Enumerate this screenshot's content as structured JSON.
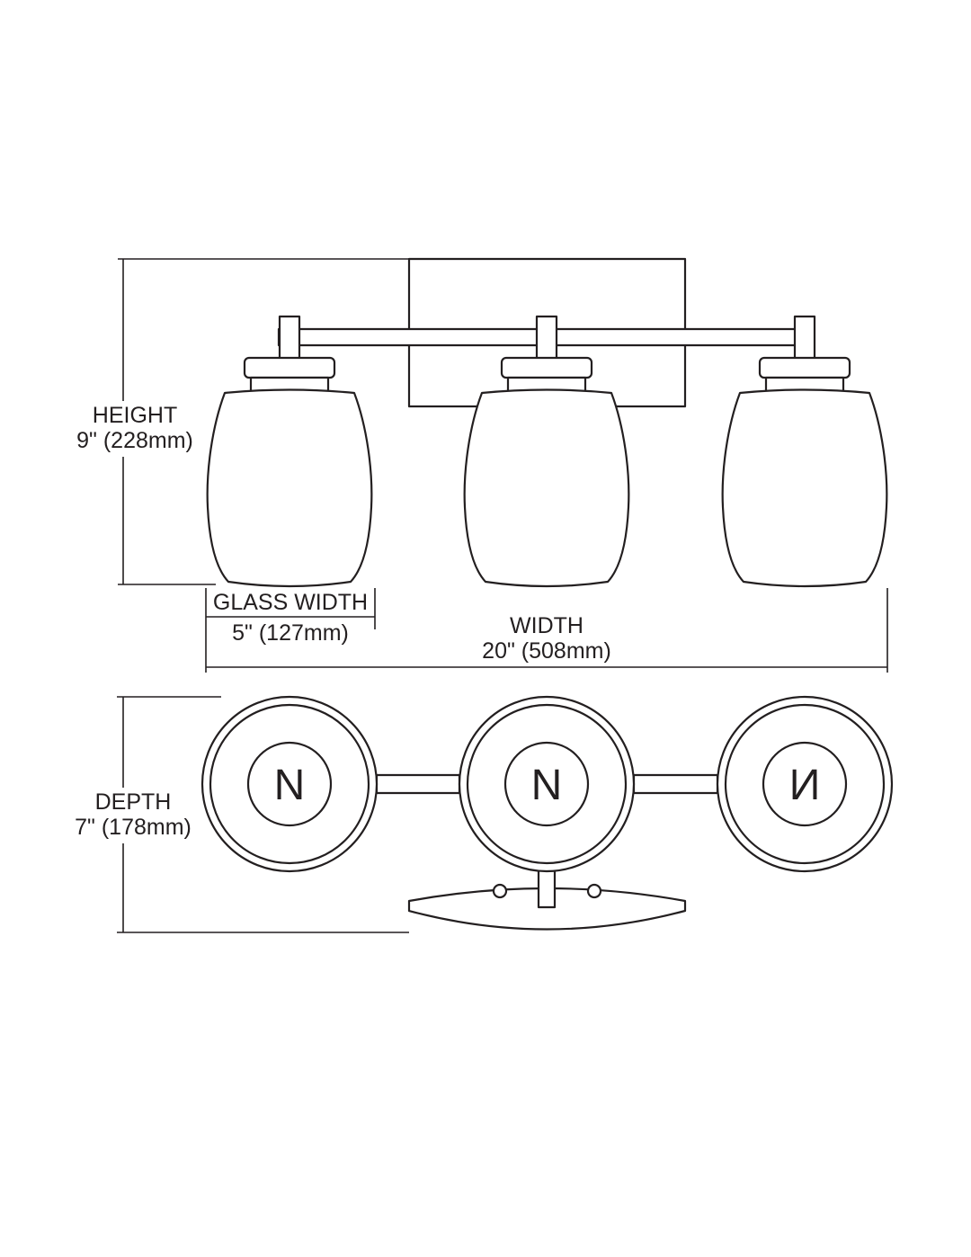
{
  "drawing": {
    "type": "line-dimension-diagram",
    "subject": "three-light vanity fixture, front elevation and plan view",
    "colors": {
      "line": "#231f20",
      "background": "#ffffff"
    },
    "dimensions": {
      "height": {
        "label": "HEIGHT",
        "value": "9\" (228mm)"
      },
      "glass_width": {
        "label": "GLASS WIDTH",
        "value": "5\" (127mm)"
      },
      "width": {
        "label": "WIDTH",
        "value": "20\" (508mm)"
      },
      "depth": {
        "label": "DEPTH",
        "value": "7\" (178mm)"
      }
    },
    "socket_symbol": {
      "letter": "N"
    }
  }
}
